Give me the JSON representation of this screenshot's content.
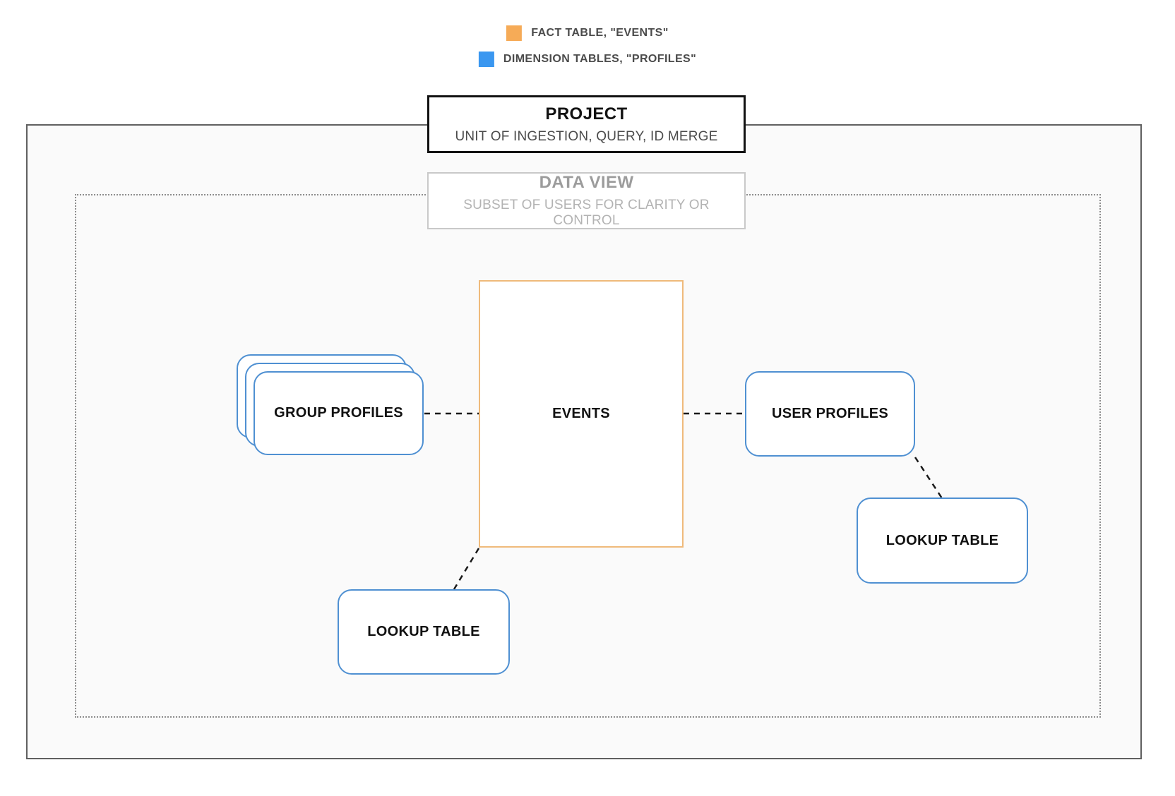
{
  "legend": {
    "items": [
      {
        "id": "fact",
        "label": "FACT TABLE, \"EVENTS\"",
        "color": "#f6ab57"
      },
      {
        "id": "dimension",
        "label": "DIMENSION TABLES, \"PROFILES\"",
        "color": "#3a97f0"
      }
    ]
  },
  "project": {
    "title": "PROJECT",
    "subtitle": "UNIT OF INGESTION, QUERY, ID MERGE"
  },
  "data_view": {
    "title": "DATA VIEW",
    "subtitle": "SUBSET OF USERS FOR CLARITY OR CONTROL"
  },
  "nodes": {
    "events": {
      "label": "EVENTS",
      "type": "fact"
    },
    "group_profiles": {
      "label": "GROUP PROFILES",
      "type": "dimension"
    },
    "user_profiles": {
      "label": "USER PROFILES",
      "type": "dimension"
    },
    "lookup_bottom": {
      "label": "LOOKUP TABLE",
      "type": "dimension"
    },
    "lookup_right": {
      "label": "LOOKUP TABLE",
      "type": "dimension"
    }
  },
  "connections": [
    {
      "from": "group_profiles",
      "to": "events",
      "style": "dashed"
    },
    {
      "from": "events",
      "to": "user_profiles",
      "style": "dashed"
    },
    {
      "from": "events",
      "to": "lookup_bottom",
      "style": "dashed"
    },
    {
      "from": "user_profiles",
      "to": "lookup_right",
      "style": "dashed"
    }
  ],
  "colors": {
    "fact_orange": "#f6ab57",
    "events_border_orange": "#efba7b",
    "dimension_blue": "#3a97f0",
    "node_border_blue": "#4f90d2",
    "connector_black": "#1a1a1a",
    "outer_border_gray": "#606060",
    "dotted_border_gray": "#8d8d8d",
    "inner_fill_gray": "#fafafa"
  }
}
